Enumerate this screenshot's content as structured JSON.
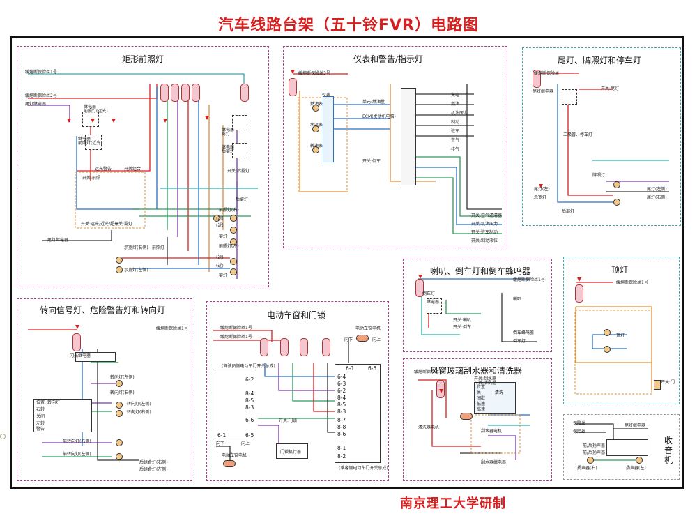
{
  "title": "汽车线路台架（五十铃FVR）电路图",
  "footer": "南京理工大学研制",
  "colors": {
    "accent": "#d62020",
    "magenta": "#b03c8c",
    "cyan": "#3ca6b0",
    "wire_red": "#d62020",
    "wire_blue": "#2a6fc0",
    "wire_green": "#2a9a5a",
    "wire_purple": "#7a3aa8",
    "wire_teal": "#2bb0b0",
    "wire_orange": "#e0903a"
  },
  "panels": {
    "headlamp": {
      "title": "矩形前照灯",
      "labels": [
        "缓熔断保险丝1号",
        "缓熔断保险丝2号",
        "尾灯继电器",
        "继电器",
        "前照灯(远光)",
        "继电器",
        "前照灯(近光)",
        "继电器",
        "雾灯",
        "继电器",
        "后雾灯",
        "开关:后雾灯",
        "后雾灯",
        "远光警告",
        "开关组合",
        "开关:前照",
        "开关:远光/近光/超车",
        "开关:雾灯",
        "尾灯继电器",
        "前照灯(右)",
        "前照灯(左)",
        "雾灯",
        "雾灯",
        "示宽灯(右侧)",
        "示宽灯(左侧)",
        "前照灯",
        "(远)",
        "(近)",
        "(远)",
        "(近)"
      ]
    },
    "meters": {
      "title": "仪表和警告/指示灯",
      "labels": [
        "缓熔断保险丝3号",
        "仪表",
        "燃油表",
        "水温表",
        "转速表",
        "单元:燃油量",
        "ECM(发动机电脑)",
        "开关:倒车",
        "充电",
        "燃油",
        "机油压力",
        "制动",
        "驻车",
        "空气",
        "排气",
        "开关:空气滤清器",
        "开关:机油压力",
        "开关:驻车制动",
        "开关:制动液位"
      ]
    },
    "tail": {
      "title": "尾灯、牌照灯和停车灯",
      "labels": [
        "缓熔断保险丝",
        "尾灯继电器",
        "开关:尾灯",
        "二极管、停车灯",
        "示宽灯",
        "牌照灯",
        "后部灯",
        "尾灯(左侧)",
        "尾灯(右侧)",
        "尾灯(左)"
      ]
    },
    "turn": {
      "title": "转向信号灯、危险警告灯和转向灯",
      "labels": [
        "缓熔断保险丝1号",
        "闪光继电器",
        "转向灯(左侧)",
        "转向灯(右侧)",
        "转向灯(左侧)",
        "转向灯(右侧)",
        "前转向灯(右侧)",
        "前转向灯(左侧)",
        "后组合灯(右侧)",
        "后组合灯(左侧)"
      ],
      "switch_headers": [
        "位置",
        "转向灯",
        "右转",
        "关闭",
        "左转",
        "警告"
      ]
    },
    "window": {
      "title": "电动车窗和门锁",
      "labels": [
        "缓熔断保险丝1号",
        "缓熔断保险丝1号",
        "电动车窗电机",
        "向下",
        "向上",
        "(驾驶员侧电动车门开关总成)",
        "开关:门锁",
        "门锁执行器",
        "(乘客侧电动车门开关总成)",
        "电动车窗电机",
        "向下",
        "向上"
      ],
      "left_pins": [
        "6-2",
        "8-4",
        "8-5",
        "8-3",
        "6-6",
        "6-5",
        "6-1"
      ],
      "right_pins": [
        "6-1",
        "6-5",
        "6-4",
        "6-3",
        "6-2",
        "8-4",
        "8-5",
        "8-3",
        "8-7",
        "8-8",
        "8-6",
        "8-1",
        "8-2"
      ]
    },
    "horn": {
      "title": "喇叭、倒车灯和倒车蜂鸣器",
      "labels": [
        "缓熔断保险丝1号",
        "倒车灯",
        "继电器",
        "开关:喇叭",
        "开关:倒车",
        "喇叭",
        "倒车蜂鸣器",
        "倒车灯"
      ]
    },
    "dome": {
      "title": "顶灯",
      "labels": [
        "缓熔断保险丝1号",
        "顶灯",
        "开关:门"
      ]
    },
    "wiper": {
      "title": "风窗玻璃刮水器和清洗器",
      "labels": [
        "缓熔断保险丝1号",
        "开关:刮水器",
        "开关:清洗器",
        "刮水器电机",
        "清洗器电机",
        "刮水器继电器"
      ],
      "table_headers": [
        "位置",
        "关",
        "间歇",
        "低速",
        "高速",
        "清洗"
      ]
    },
    "radio": {
      "title": "收音机",
      "labels": [
        "保险丝",
        "保险丝",
        "尾灯继电器",
        "前/后扬声器",
        "前/后扬声器",
        "扬声器(右)",
        "扬声器(左)"
      ]
    }
  }
}
